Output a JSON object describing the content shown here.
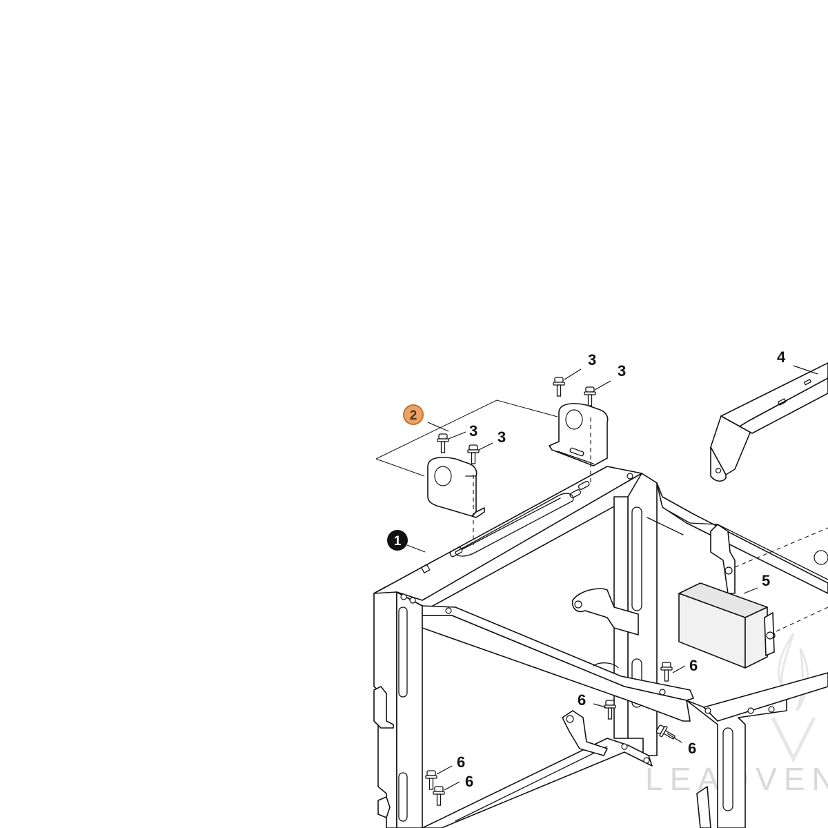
{
  "diagram": {
    "callouts": {
      "part_1": "1",
      "part_2": "2",
      "part_3": "3",
      "part_4": "4",
      "part_5": "5",
      "part_6": "6"
    },
    "watermark": "LEADVENT"
  },
  "colors": {
    "line": "#111111",
    "badge_dark": "#111111",
    "badge_highlight_fill": "#e8a26a",
    "badge_highlight_stroke": "#c8702c",
    "watermark": "#d9d9d9",
    "module_fill": "#f1f1f1"
  },
  "icons": {
    "bolt": "flange-bolt-icon",
    "logo": "flame-logo-icon"
  }
}
